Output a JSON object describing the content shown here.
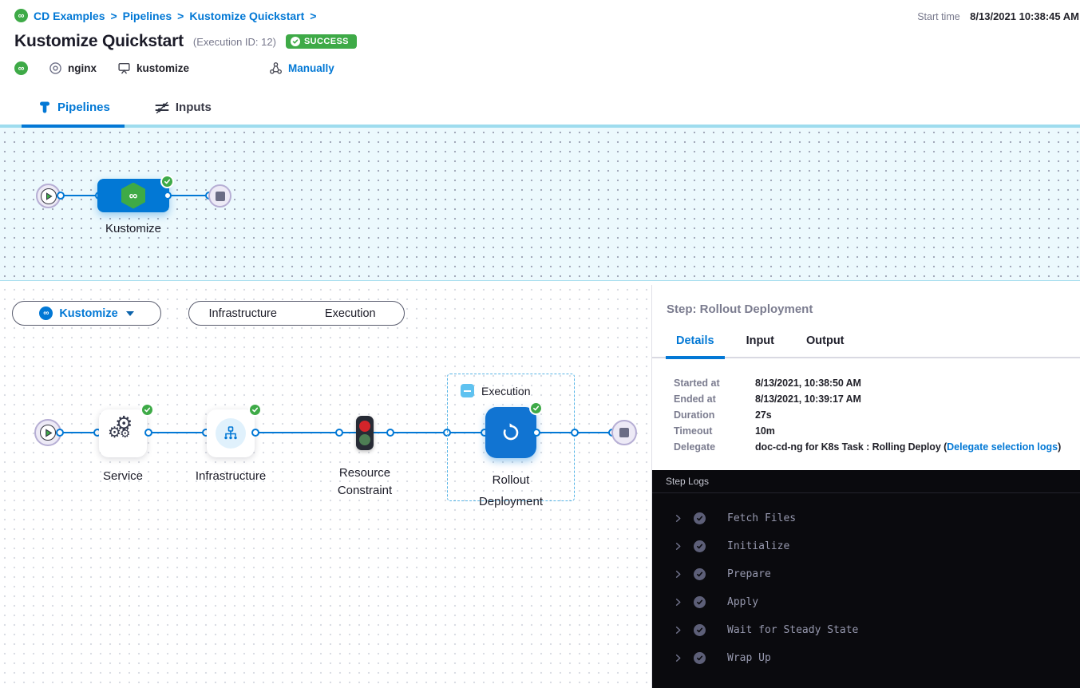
{
  "header": {
    "breadcrumb": {
      "separator": ">",
      "items": [
        "CD Examples",
        "Pipelines",
        "Kustomize Quickstart"
      ]
    },
    "title": "Kustomize Quickstart",
    "execution_id": "(Execution ID: 12)",
    "status_badge": "SUCCESS",
    "start_time": {
      "label": "Start time",
      "value": "8/13/2021 10:38:45 AM"
    },
    "meta": {
      "service": "nginx",
      "environment": "kustomize",
      "trigger": "Manually"
    }
  },
  "tabbar": {
    "pipelines": "Pipelines",
    "inputs": "Inputs"
  },
  "stage_graph": {
    "stage": "Kustomize",
    "infinity_glyph": "∞"
  },
  "exec_graph": {
    "stage_selector": "Kustomize",
    "view_toggle": {
      "infrastructure": "Infrastructure",
      "execution": "Execution"
    },
    "service_label": "Service",
    "infrastructure_label": "Infrastructure",
    "resource_constraint_label": [
      "Resource",
      "Constraint"
    ],
    "execution_group_label": "Execution",
    "rollout_label": [
      "Rollout",
      "Deployment"
    ],
    "gear_glyph": "⚙"
  },
  "step_panel": {
    "title": "Step: Rollout Deployment",
    "tabs": [
      "Details",
      "Input",
      "Output"
    ],
    "fields": [
      {
        "label": "Started at",
        "value": "8/13/2021, 10:38:50 AM"
      },
      {
        "label": "Ended at",
        "value": "8/13/2021, 10:39:17 AM"
      },
      {
        "label": "Duration",
        "value": "27s"
      },
      {
        "label": "Timeout",
        "value": "10m"
      },
      {
        "label": "Delegate",
        "value": "doc-cd-ng for K8s Task : Rolling Deploy (",
        "link": "Delegate selection logs",
        "suffix": ")"
      }
    ]
  },
  "step_logs": {
    "title": "Step Logs",
    "items": [
      "Fetch Files",
      "Initialize",
      "Prepare",
      "Apply",
      "Wait for Steady State",
      "Wrap Up"
    ]
  },
  "colors": {
    "accent": "#0278d5",
    "success": "#3eaa47",
    "log_background": "#0a0a0e"
  }
}
